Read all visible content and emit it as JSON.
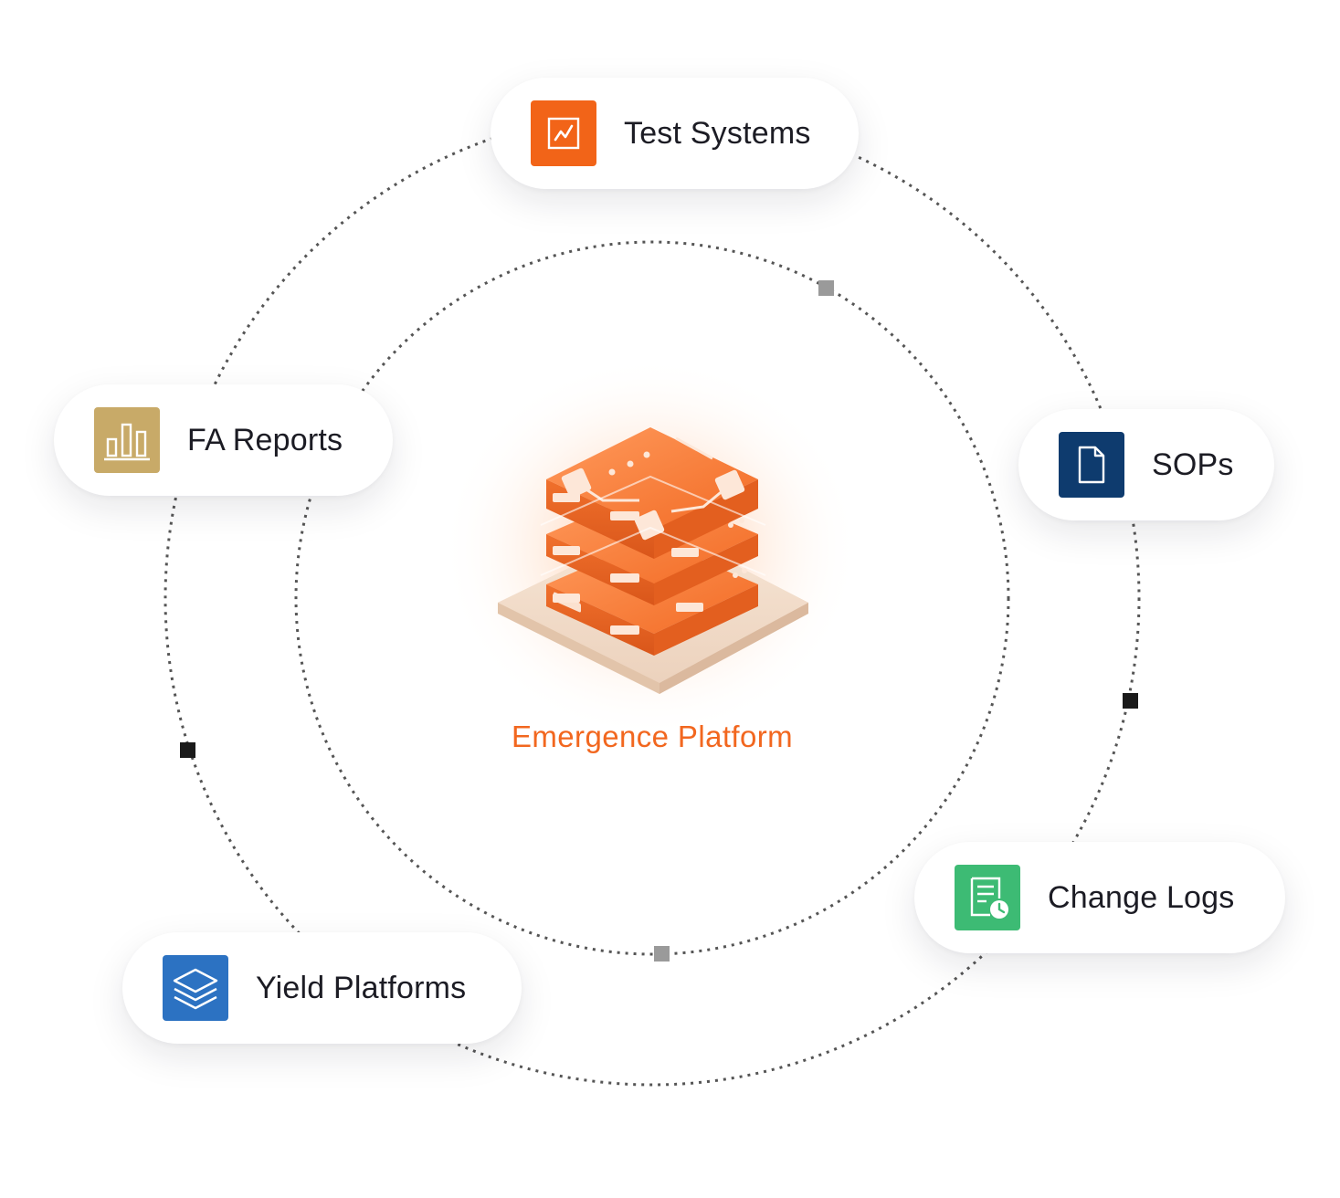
{
  "center": {
    "label": "Emergence Platform",
    "icon": "stacked-server-block-icon",
    "accent_color": "#f2671f"
  },
  "nodes": [
    {
      "id": "test-systems",
      "label": "Test Systems",
      "icon": "line-chart-icon",
      "tile_color": "#f26418"
    },
    {
      "id": "fa-reports",
      "label": "FA Reports",
      "icon": "bar-chart-icon",
      "tile_color": "#c8aa68"
    },
    {
      "id": "sops",
      "label": "SOPs",
      "icon": "document-icon",
      "tile_color": "#0e3b6e"
    },
    {
      "id": "change-logs",
      "label": "Change Logs",
      "icon": "document-clock-icon",
      "tile_color": "#3dbb74"
    },
    {
      "id": "yield-platforms",
      "label": "Yield Platforms",
      "icon": "layers-icon",
      "tile_color": "#2c72c2"
    }
  ],
  "rings": {
    "stroke_color": "#555555",
    "marker_dark": "#1a1a1a",
    "marker_gray": "#9a9a9a"
  }
}
